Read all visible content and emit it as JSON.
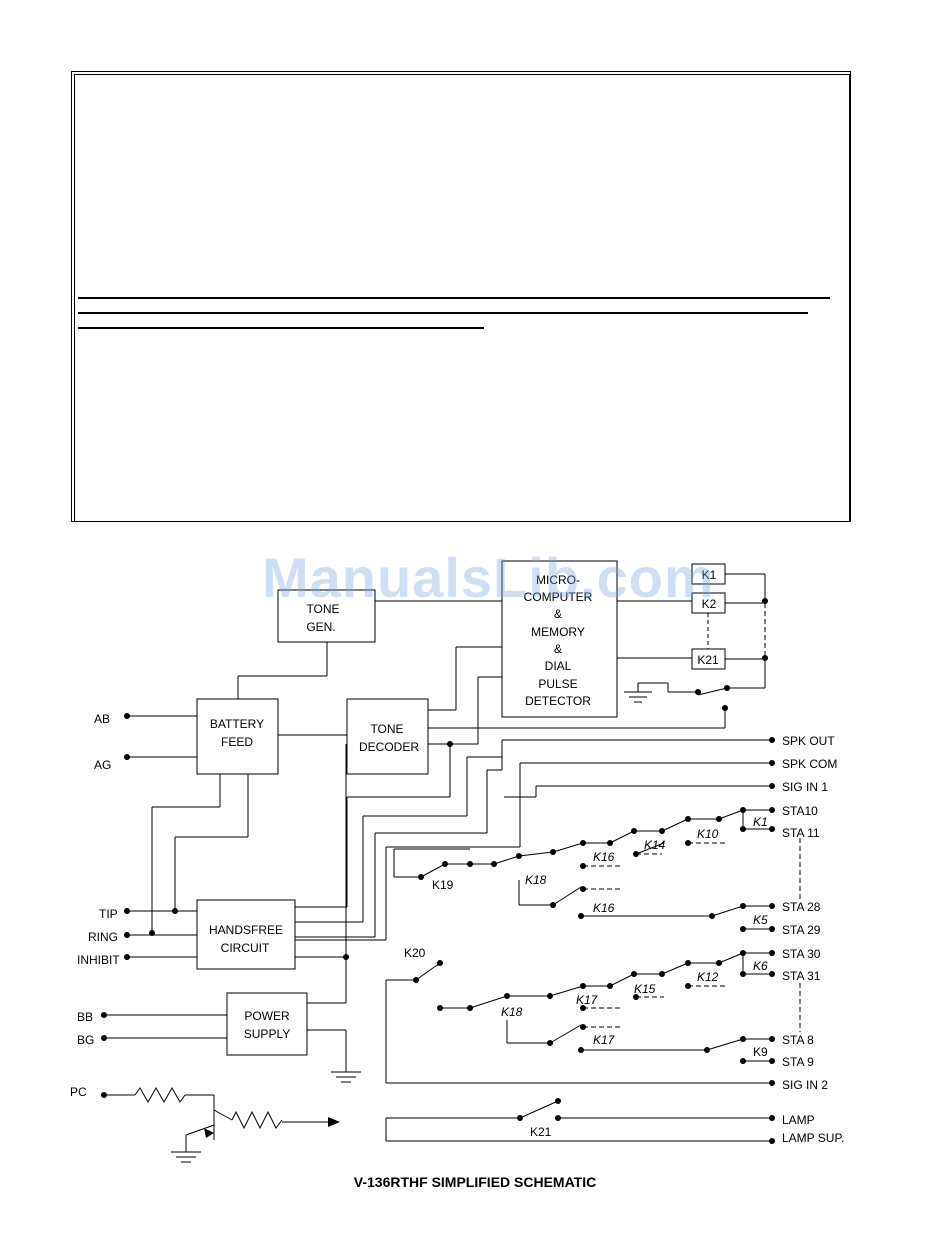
{
  "blocks": {
    "tone_gen": [
      "TONE",
      "GEN."
    ],
    "micro": [
      "MICRO-",
      "COMPUTER",
      "&",
      "MEMORY",
      "&",
      "DIAL",
      "PULSE",
      "DETECTOR"
    ],
    "battery_feed": [
      "BATTERY",
      "FEED"
    ],
    "tone_decoder": [
      "TONE",
      "DECODER"
    ],
    "handsfree": [
      "HANDSFREE",
      "CIRCUIT"
    ],
    "power_supply": [
      "POWER",
      "SUPPLY"
    ],
    "k1_box": "K1",
    "k2_box": "K2",
    "k21_box": "K21"
  },
  "terminals": {
    "left": [
      "AB",
      "AG",
      "TIP",
      "RING",
      "INHIBIT",
      "BB",
      "BG",
      "PC"
    ],
    "right": [
      "SPK OUT",
      "SPK COM",
      "SIG IN 1",
      "STA10",
      "STA 11",
      "STA 28",
      "STA 29",
      "STA 30",
      "STA 31",
      "STA 8",
      "STA 9",
      "SIG IN 2",
      "LAMP",
      "LAMP SUP."
    ]
  },
  "relays": {
    "k19": "K19",
    "k18a": "K18",
    "k16a": "K16",
    "k16b": "K16",
    "k14": "K14",
    "k10": "K10",
    "k1": "K1",
    "k5": "K5",
    "k20": "K20",
    "k18b": "K18",
    "k17a": "K17",
    "k17b": "K17",
    "k15": "K15",
    "k12": "K12",
    "k6": "K6",
    "k9": "K9",
    "k21": "K21"
  },
  "watermark": "ManualsLib.com",
  "caption": "V-136RTHF SIMPLIFIED SCHEMATIC"
}
